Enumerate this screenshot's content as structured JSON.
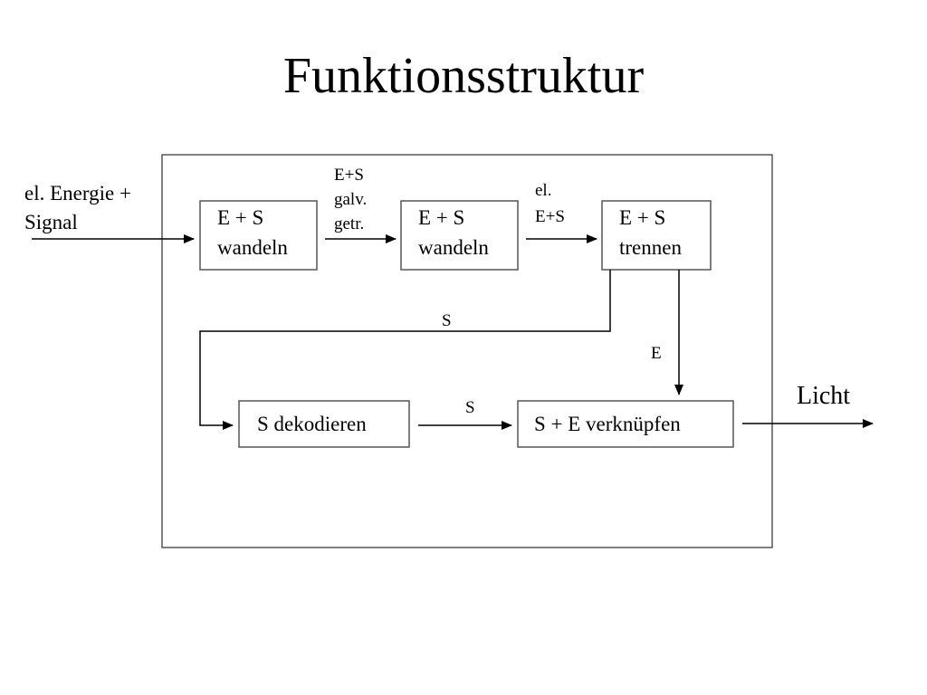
{
  "title": "Funktionsstruktur",
  "input_label": {
    "line1": "el. Energie +",
    "line2": "Signal"
  },
  "output_label": "Licht",
  "boxes": {
    "convert1": {
      "line1": "E + S",
      "line2": "wandeln"
    },
    "convert2": {
      "line1": "E + S",
      "line2": "wandeln"
    },
    "separate": {
      "line1": "E + S",
      "line2": "trennen"
    },
    "decode": {
      "line1": "S dekodieren"
    },
    "combine": {
      "line1": "S + E verknüpfen"
    }
  },
  "flows": {
    "galvanic": {
      "line1": "E+S",
      "line2": "galv.",
      "line3": "getr."
    },
    "electric": {
      "line1": "el.",
      "line2": "E+S"
    },
    "signal_feedback": "S",
    "energy": "E",
    "signal_decoded": "S"
  }
}
